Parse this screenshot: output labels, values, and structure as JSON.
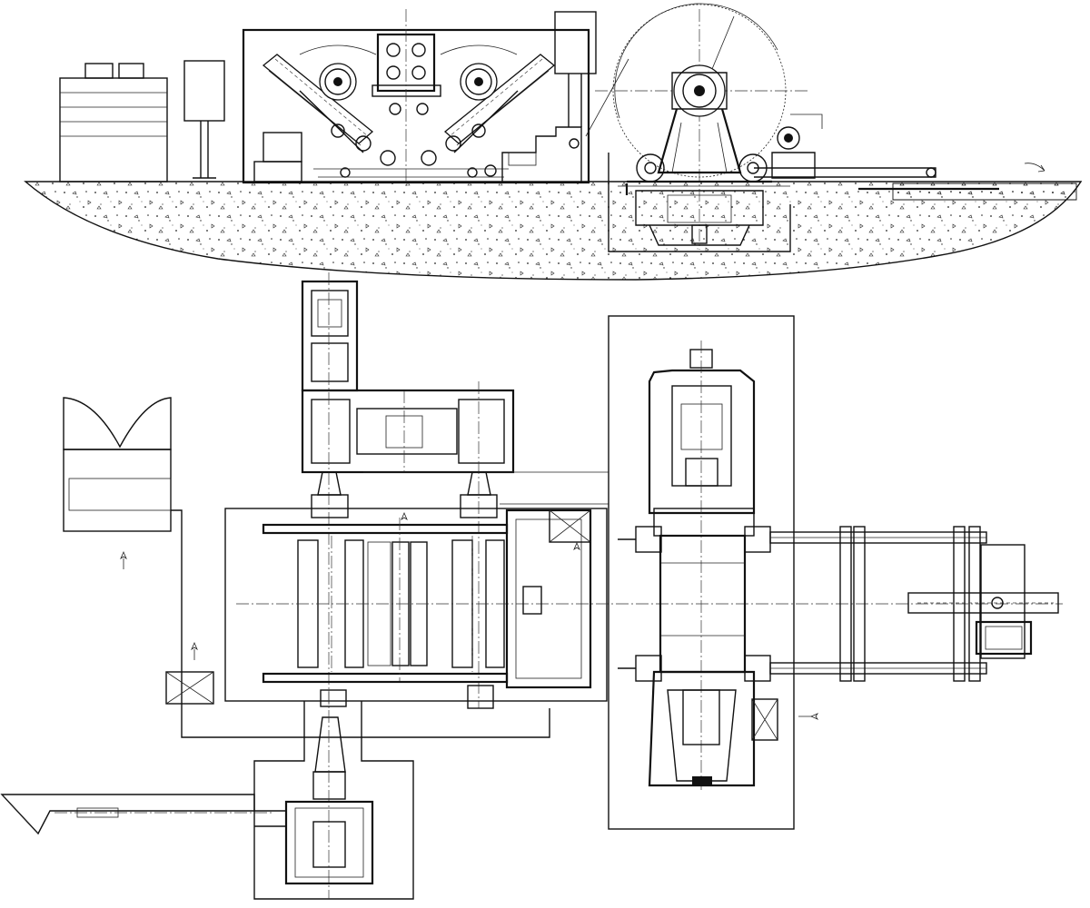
{
  "drawing": {
    "callouts": [
      {
        "id": "callout-left-roll",
        "text": ""
      },
      {
        "id": "callout-right-roll",
        "text": ""
      },
      {
        "id": "callout-large-wheel",
        "text": ""
      }
    ]
  },
  "colors": {
    "line": "#111111",
    "background": "#ffffff",
    "hatch": "#333333"
  }
}
